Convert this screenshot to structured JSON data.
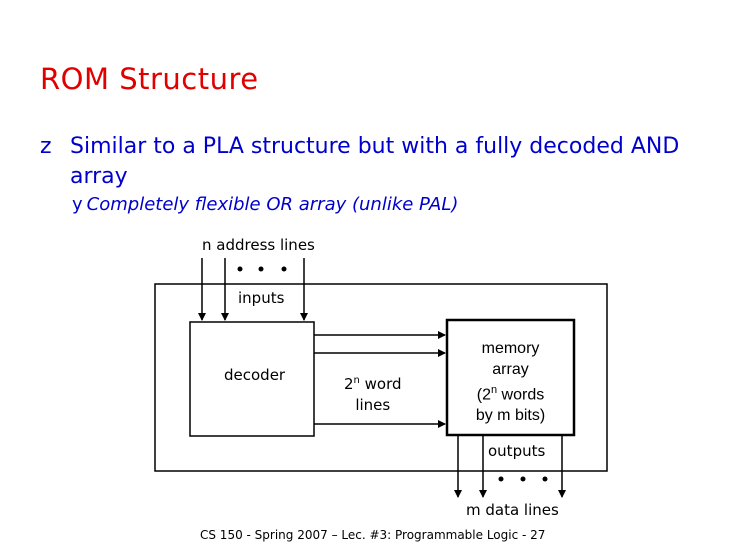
{
  "slide": {
    "title": "ROM Structure",
    "bullet1_icon": "z-bullet",
    "bullet1_glyph": "z",
    "bullet1": "Similar to a PLA structure but with a fully decoded AND array",
    "bullet2_icon": "y-bullet",
    "bullet2_glyph": "y",
    "bullet2": "Completely flexible OR array (unlike PAL)"
  },
  "diagram": {
    "n_address_lines": "n address lines",
    "inputs": "inputs",
    "decoder": "decoder",
    "word_lines_base": "2",
    "word_lines_exp": "n",
    "word_lines_rest": " word",
    "word_lines_line2": "lines",
    "memory_line1": "memory",
    "memory_line2": "array",
    "memory_line3_pre": "(2",
    "memory_line3_exp": "n",
    "memory_line3_post": " words",
    "memory_line4": "by m bits)",
    "outputs": "outputs",
    "m_data_lines": "m data lines"
  },
  "footer": "CS 150 - Spring 2007 – Lec. #3: Programmable Logic - 27"
}
